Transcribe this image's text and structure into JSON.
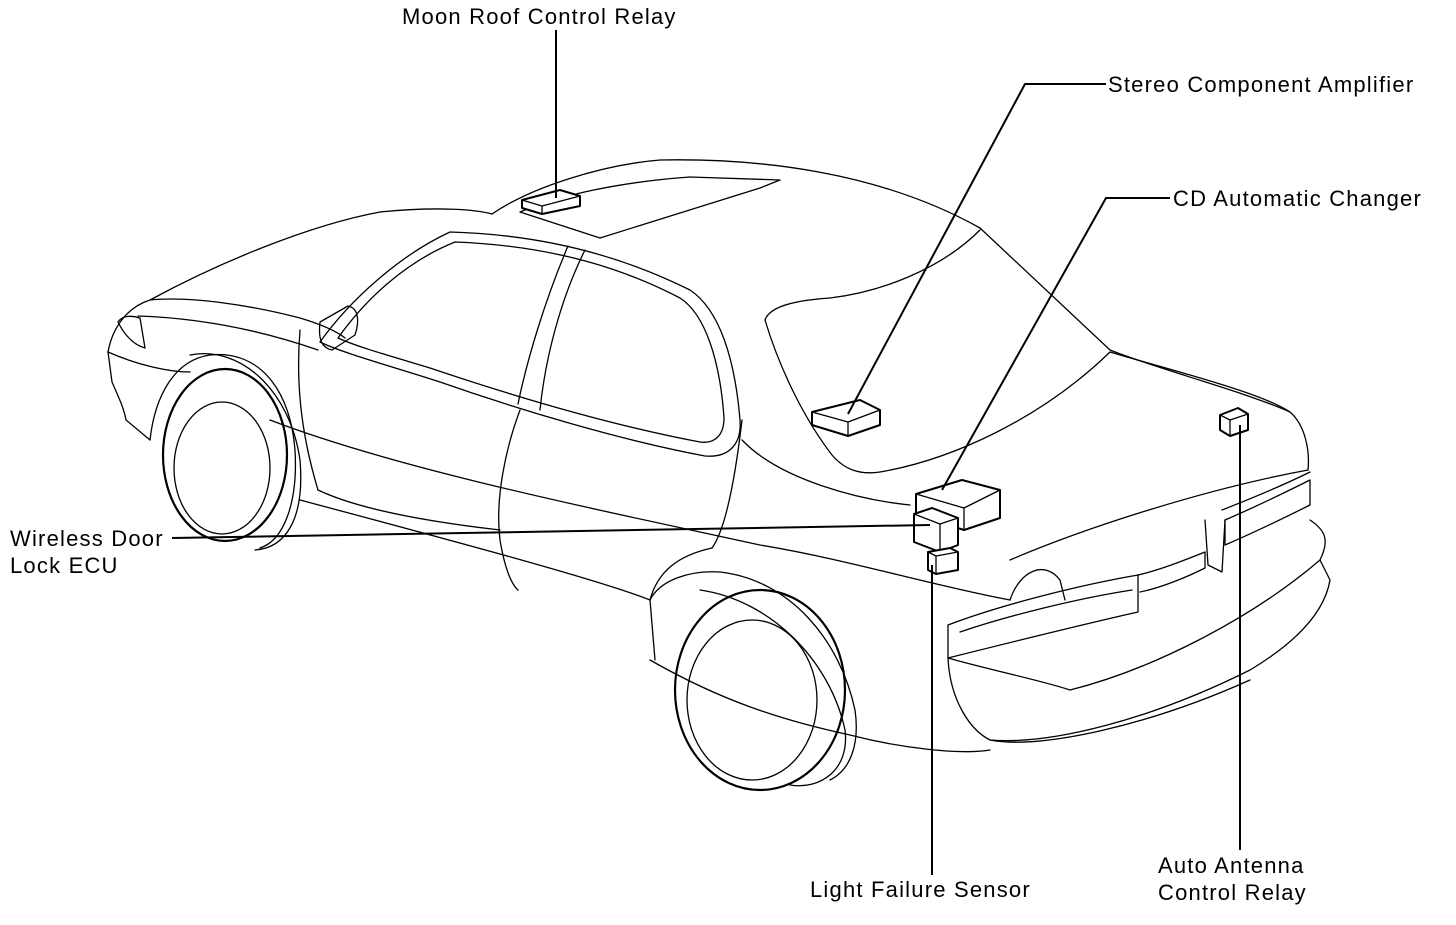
{
  "diagram": {
    "labels": {
      "moon_roof_control_relay": "Moon Roof Control Relay",
      "stereo_component_amplifier": "Stereo Component Amplifier",
      "cd_automatic_changer": "CD Automatic Changer",
      "wireless_door_lock_ecu_line1": "Wireless Door",
      "wireless_door_lock_ecu_line2": "Lock ECU",
      "light_failure_sensor": "Light Failure Sensor",
      "auto_antenna_control_relay_line1": "Auto Antenna",
      "auto_antenna_control_relay_line2": "Control Relay"
    },
    "colors": {
      "line": "#000000",
      "background": "#ffffff"
    }
  }
}
